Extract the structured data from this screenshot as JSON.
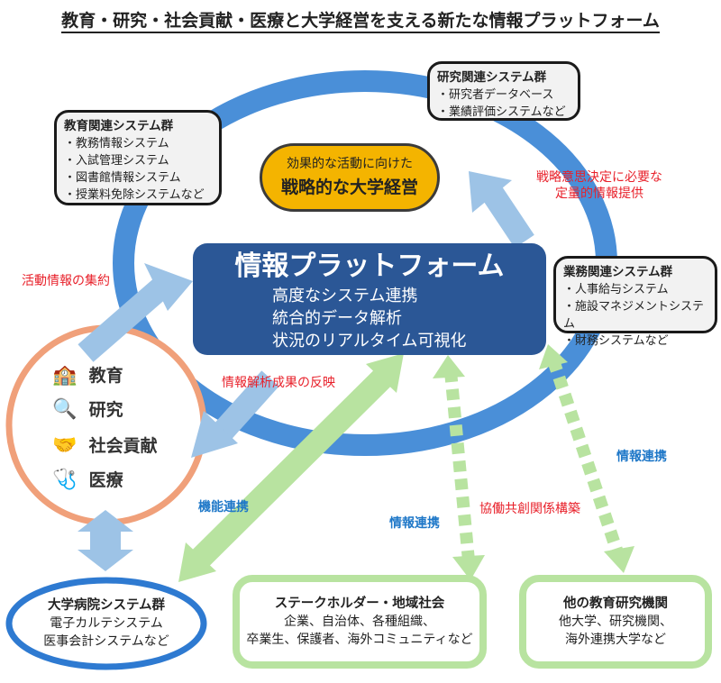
{
  "title": "教育・研究・社会貢献・医療と大学経営を支える新たな情報プラットフォーム",
  "colors": {
    "ring": "#4a8fd8",
    "platform": "#2b5796",
    "management": "#f4b400",
    "activities_ring": "#f0a07a",
    "green_arrow": "#b8e3a0",
    "light_blue_arrow": "#9dc3e6",
    "label_red": "#e8202a",
    "label_blue": "#1f78c8"
  },
  "education_systems": {
    "heading": "教育関連システム群",
    "items": [
      "教務情報システム",
      "入試管理システム",
      "図書館情報システム",
      "授業料免除システムなど"
    ]
  },
  "research_systems": {
    "heading": "研究関連システム群",
    "items": [
      "研究者データベース",
      "業績評価システムなど"
    ]
  },
  "business_systems": {
    "heading": "業務関連システム群",
    "items": [
      "人事給与システム",
      "施設マネジメントシステム",
      "財務システムなど"
    ]
  },
  "management": {
    "small": "効果的な活動に向けた",
    "big": "戦略的な大学経営"
  },
  "platform": {
    "title": "情報プラットフォーム",
    "lines": [
      "高度なシステム連携",
      "統合的データ解析",
      "状況のリアルタイム可視化"
    ]
  },
  "labels": {
    "strategy_line1": "戦略意思決定に必要な",
    "strategy_line2": "定量的情報提供",
    "aggregate": "活動情報の集約",
    "reflect": "情報解析成果の反映",
    "function_link": "機能連携",
    "info_link_mid": "情報連携",
    "cocreation": "協働共創関係構築",
    "info_link_right": "情報連携"
  },
  "activities": [
    {
      "icon": "school-icon",
      "glyph": "🏫",
      "label": "教育"
    },
    {
      "icon": "magnifier-icon",
      "glyph": "🔍",
      "label": "研究"
    },
    {
      "icon": "handshake-icon",
      "glyph": "🤝",
      "label": "社会貢献"
    },
    {
      "icon": "stethoscope-icon",
      "glyph": "🩺",
      "label": "医療"
    }
  ],
  "hospital": {
    "heading": "大学病院システム群",
    "lines": [
      "電子カルテシステム",
      "医事会計システムなど"
    ]
  },
  "stakeholders": {
    "heading": "ステークホルダー・地域社会",
    "lines": [
      "企業、自治体、各種組織、",
      "卒業生、保護者、海外コミュニティなど"
    ]
  },
  "institutions": {
    "heading": "他の教育研究機関",
    "lines": [
      "他大学、研究機関、",
      "海外連携大学など"
    ]
  }
}
